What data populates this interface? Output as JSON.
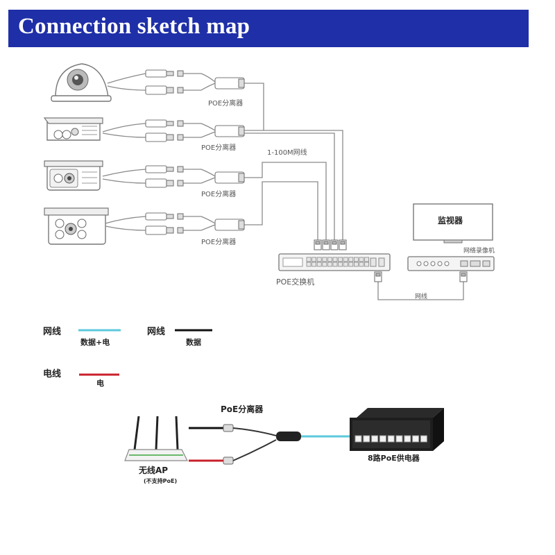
{
  "header": {
    "title": "Connection sketch map"
  },
  "cameras": {
    "splitter_labels": [
      "POE分离器",
      "POE分离器",
      "POE分离器",
      "POE分离器"
    ],
    "cable_label": "1-100M网线"
  },
  "switch": {
    "label": "POE交换机"
  },
  "monitor": {
    "label": "监视器"
  },
  "nvr": {
    "label": "网络录像机"
  },
  "link": {
    "label": "网线"
  },
  "legend": {
    "net_data_power": {
      "title": "网线",
      "desc": "数据+电",
      "color": "#5bc8dc"
    },
    "net_data": {
      "title": "网线",
      "desc": "数据",
      "color": "#111111"
    },
    "power": {
      "title": "电线",
      "desc": "电",
      "color": "#c8202a"
    }
  },
  "bottom": {
    "splitter_label": "PoE分离器",
    "ap_label": "无线AP",
    "ap_note": "(不支持PoE)",
    "injector_label": "8路PoE供电器",
    "injector_port_count": 8
  },
  "colors": {
    "banner": "#1f2fa8",
    "line": "#8a8a8a"
  }
}
